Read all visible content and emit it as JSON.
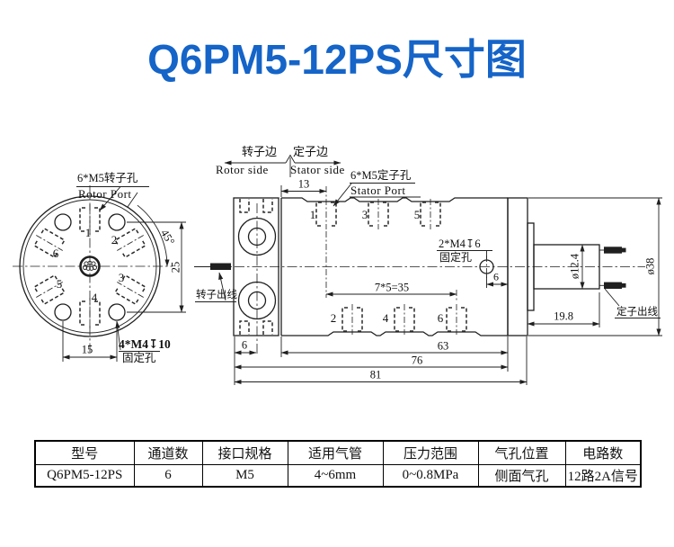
{
  "title": "Q6PM5-12PS尺寸图",
  "front_view": {
    "rotor_port_cn": "6*M5转子孔",
    "rotor_port_en": "Rotor Port",
    "fixing_hole": "4*M4↧10",
    "fixing_hole_cn": "固定孔",
    "dim_angle": "45°",
    "dim_25": "25",
    "dim_15": "15",
    "ports": [
      "1",
      "2",
      "3",
      "4",
      "5",
      "6"
    ]
  },
  "side_view": {
    "rotor_side_cn": "转子边",
    "stator_side_cn": "定子边",
    "rotor_side_en": "Rotor side",
    "stator_side_en": "Stator side",
    "stator_port_cn": "6*M5定子孔",
    "stator_port_en": "Stator Port",
    "fixing_hole": "2*M4↧6",
    "fixing_hole_cn": "固定孔",
    "rotor_wire_cn": "转子出线",
    "stator_wire_cn": "定子出线",
    "top_ports": [
      "1",
      "3",
      "5"
    ],
    "bottom_ports": [
      "2",
      "4",
      "6"
    ],
    "dim_13": "13",
    "dim_7x5": "7*5=35",
    "dim_6_fix": "6",
    "dim_6_flange": "6",
    "dim_63": "63",
    "dim_76": "76",
    "dim_81": "81",
    "dim_19_8": "19.8",
    "dim_dia_12_4": "ø12.4",
    "dim_dia_38": "ø38"
  },
  "table": {
    "headers": [
      "型号",
      "通道数",
      "接口规格",
      "适用气管",
      "压力范围",
      "气孔位置",
      "电路数"
    ],
    "row": [
      "Q6PM5-12PS",
      "6",
      "M5",
      "4~6mm",
      "0~0.8MPa",
      "侧面气孔",
      "12路2A信号"
    ]
  },
  "colors": {
    "title": "#1564c8",
    "line": "#1f1f1f"
  }
}
